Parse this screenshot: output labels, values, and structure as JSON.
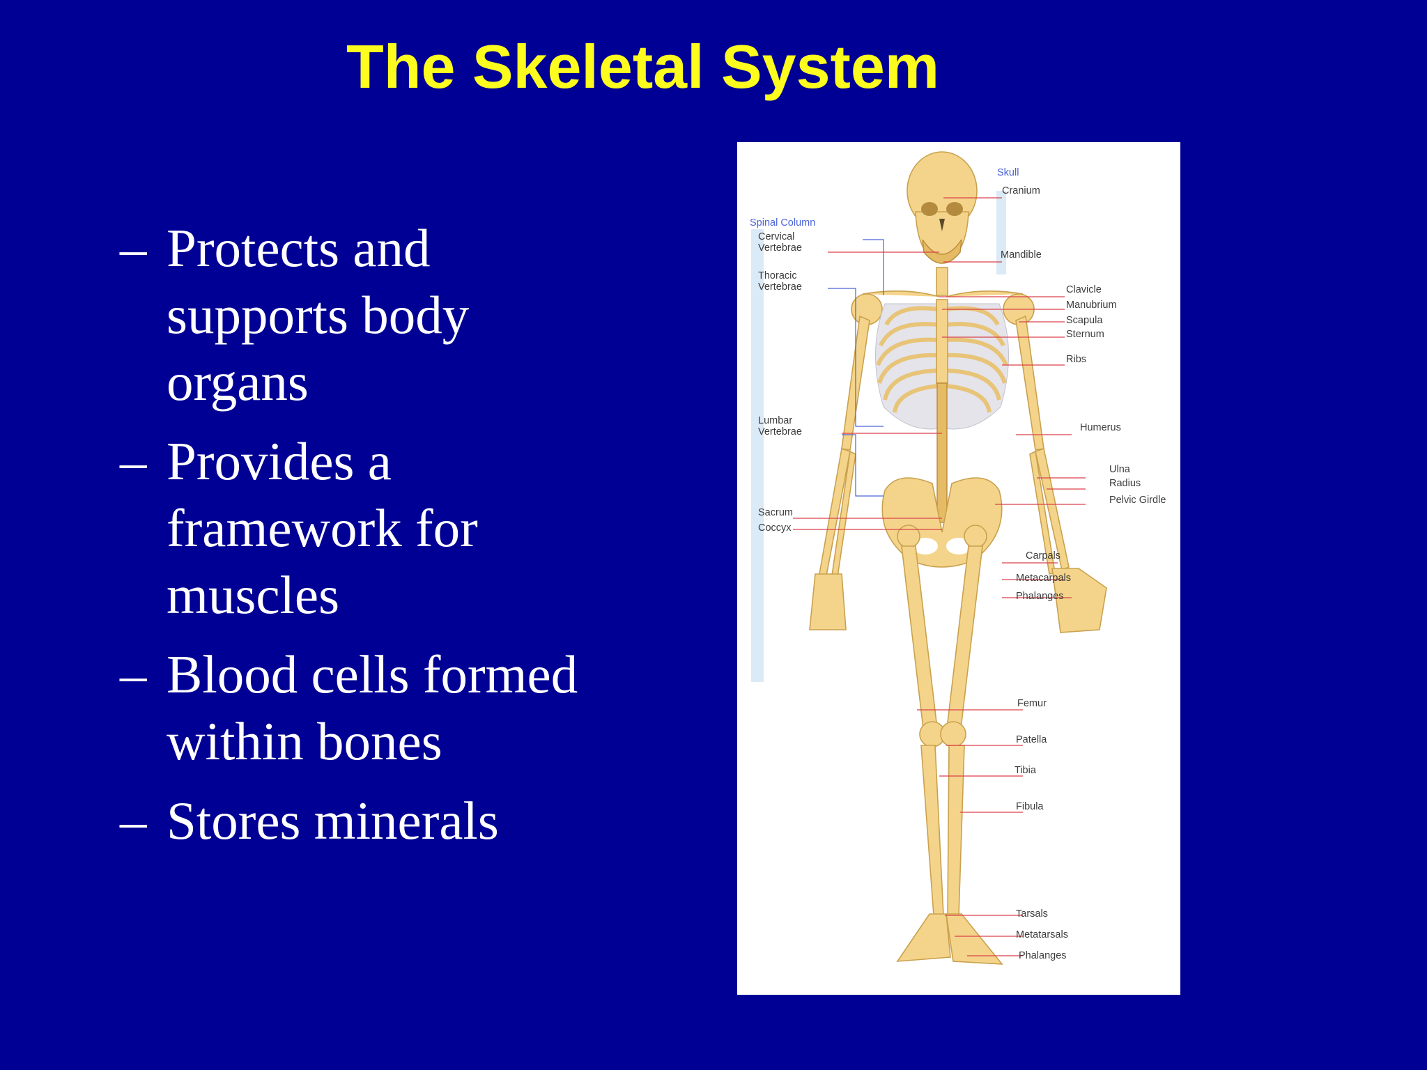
{
  "slide": {
    "title": "The Skeletal System",
    "bullets": [
      {
        "marker": "–",
        "text": "Protects and supports body organs"
      },
      {
        "marker": "–",
        "text": "Provides a framework for muscles"
      },
      {
        "marker": "–",
        "text": "Blood cells formed within bones"
      },
      {
        "marker": "–",
        "text": "Stores minerals"
      }
    ]
  },
  "diagram": {
    "labels": {
      "skull": "Skull",
      "cranium": "Cranium",
      "mandible": "Mandible",
      "spinal_column": "Spinal Column",
      "cervical_1": "Cervical",
      "cervical_2": "Vertebrae",
      "thoracic_1": "Thoracic",
      "thoracic_2": "Vertebrae",
      "lumbar_1": "Lumbar",
      "lumbar_2": "Vertebrae",
      "sacrum": "Sacrum",
      "coccyx": "Coccyx",
      "clavicle": "Clavicle",
      "manubrium": "Manubrium",
      "scapula": "Scapula",
      "sternum": "Sternum",
      "ribs": "Ribs",
      "humerus": "Humerus",
      "ulna": "Ulna",
      "radius": "Radius",
      "pelvic_girdle": "Pelvic Girdle",
      "carpals": "Carpals",
      "metacarpals": "Metacarpals",
      "phalanges_hand": "Phalanges",
      "femur": "Femur",
      "patella": "Patella",
      "tibia": "Tibia",
      "fibula": "Fibula",
      "tarsals": "Tarsals",
      "metatarsals": "Metatarsals",
      "phalanges_foot": "Phalanges"
    },
    "colors": {
      "bone": "#f4d48a",
      "leader": "#d9424a",
      "heading": "#4b63d8"
    }
  },
  "theme": {
    "background": "#010094",
    "title_color": "#fcfc1e",
    "text_color": "#ffffff"
  }
}
